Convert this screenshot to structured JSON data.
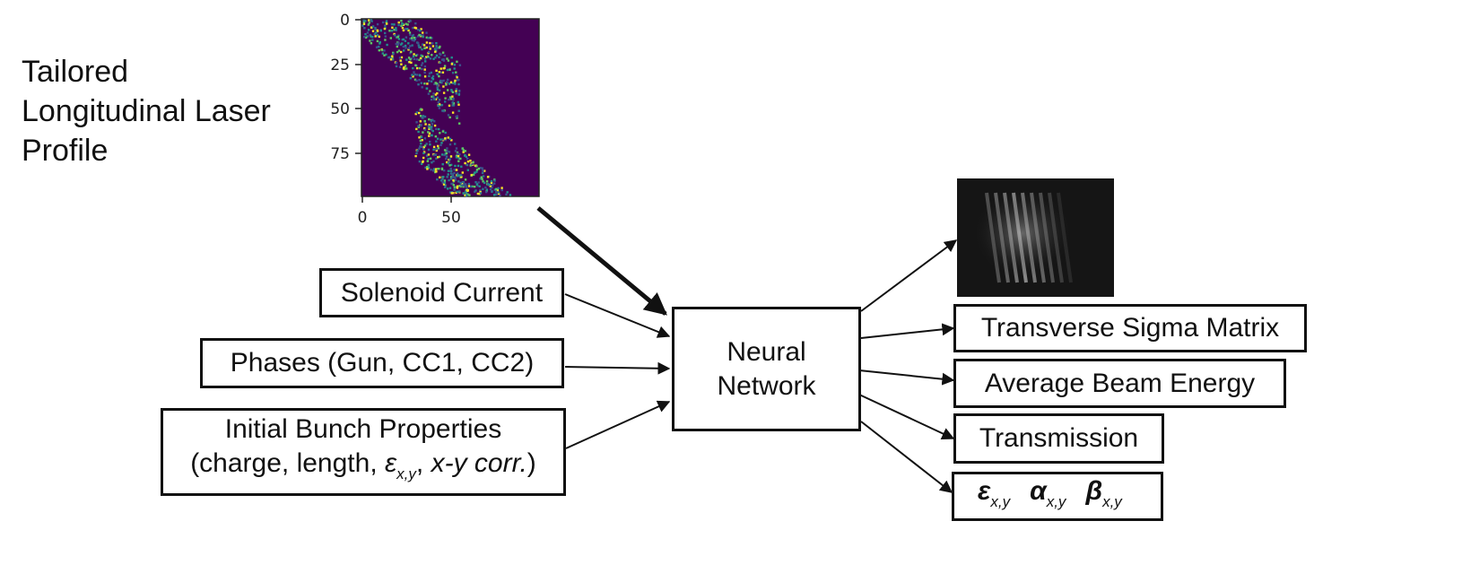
{
  "title_lines": [
    "Tailored",
    "Longitudinal Laser",
    "Profile"
  ],
  "heatmap": {
    "y_ticks": [
      "0",
      "25",
      "50",
      "75"
    ],
    "x_ticks": [
      "0",
      "50"
    ],
    "background_color": "#440154",
    "speckle_colors": [
      "#3b528b",
      "#21918c",
      "#5ec962",
      "#fde725",
      "#2c728e"
    ]
  },
  "inputs": {
    "solenoid": "Solenoid Current",
    "phases": "Phases (Gun, CC1, CC2)",
    "bunch_line1": "Initial Bunch Properties",
    "bunch_line2_a": "(charge, length, ",
    "bunch_eps": "ε",
    "bunch_eps_sub": "x,y",
    "bunch_line2_b": ", ",
    "bunch_line2_c": "x-y corr.",
    "bunch_line2_d": ")"
  },
  "network": {
    "line1": "Neural",
    "line2": "Network"
  },
  "outputs": {
    "sigma": "Transverse Sigma Matrix",
    "energy": "Average Beam Energy",
    "transmission": "Transmission",
    "eps": "ε",
    "eps_sub": "x,y",
    "alpha": "α",
    "alpha_sub": "x,y",
    "beta": "β",
    "beta_sub": "x,y"
  },
  "colors": {
    "box_border": "#111111",
    "arrow": "#111111",
    "beam_image_bg": "#151515"
  }
}
